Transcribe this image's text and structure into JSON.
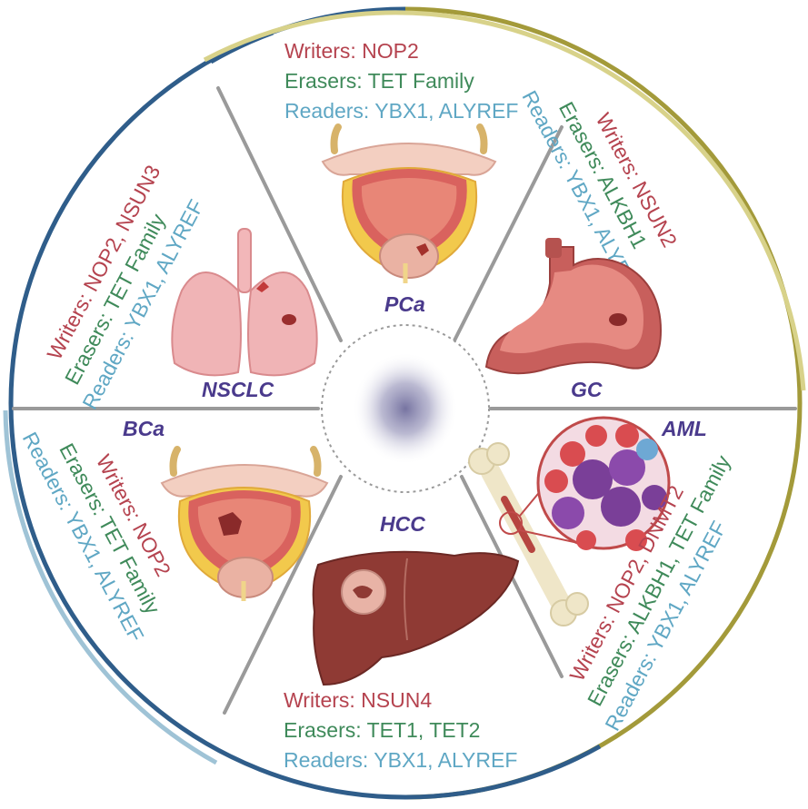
{
  "center": {
    "color": "#7b7aa3"
  },
  "colors": {
    "writers": "#b5434f",
    "erasers": "#3f8a5a",
    "readers": "#5fa7c4",
    "cancer_label": "#4a3a8c",
    "ring_blue": "#2f5d8a",
    "ring_gold": "#a39a3a",
    "ring_light_blue": "#9fc3d6",
    "ring_light_gold": "#d8d28a"
  },
  "sectors": {
    "pca": {
      "name": "PCa",
      "organ_icon": "bladder-prostate-icon",
      "writers": "Writers: NOP2",
      "erasers": "Erasers: TET Family",
      "readers": "Readers: YBX1, ALYREF"
    },
    "gc": {
      "name": "GC",
      "organ_icon": "stomach-icon",
      "writers": "Writers: NSUN2",
      "erasers": "Erasers: ALKBH1",
      "readers": "Readers: YBX1, ALYREF"
    },
    "aml": {
      "name": "AML",
      "organ_icon": "bone-marrow-cells-icon",
      "writers": "Writers: NOP2, DNMT2",
      "erasers": "Erasers: ALKBH1, TET Family",
      "readers": "Readers: YBX1, ALYREF"
    },
    "hcc": {
      "name": "HCC",
      "organ_icon": "liver-icon",
      "writers": "Writers: NSUN4",
      "erasers": "Erasers: TET1, TET2",
      "readers": "Readers: YBX1, ALYREF"
    },
    "bca": {
      "name": "BCa",
      "organ_icon": "bladder-tumor-icon",
      "writers": "Writers: NOP2",
      "erasers": "Erasers: TET Family",
      "readers": "Readers: YBX1, ALYREF"
    },
    "nsclc": {
      "name": "NSCLC",
      "organ_icon": "lungs-icon",
      "writers": "Writers: NOP2, NSUN3",
      "erasers": "Erasers: TET Family",
      "readers": "Readers: YBX1, ALYREF"
    }
  }
}
